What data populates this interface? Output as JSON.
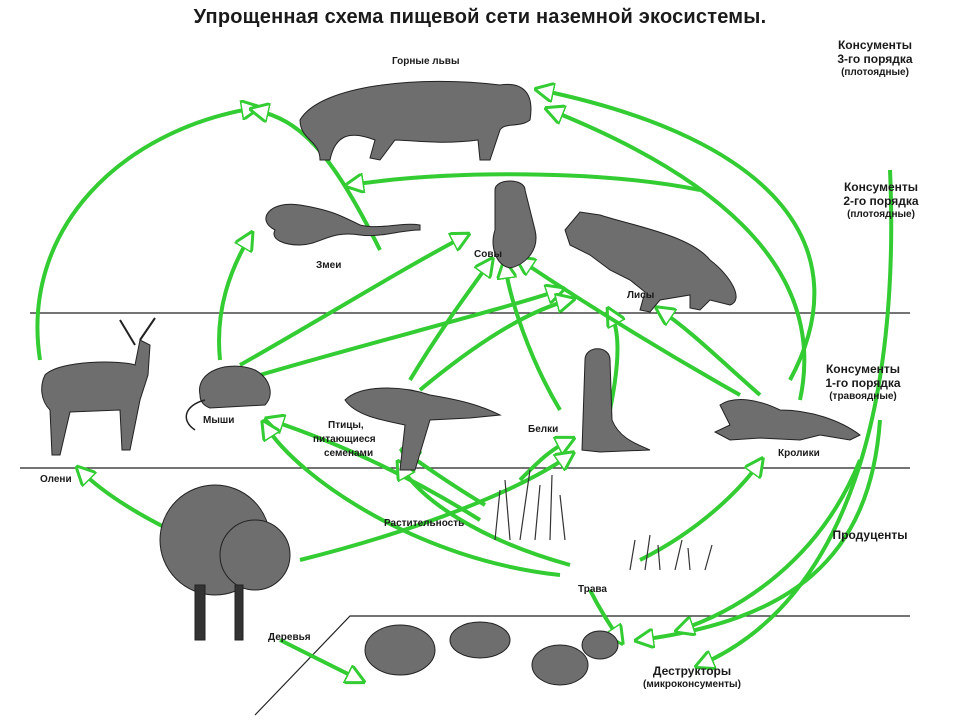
{
  "title": "Упрощенная схема пищевой сети наземной экосистемы.",
  "levels": {
    "consumers3": {
      "line1": "Консументы",
      "line2": "3-го порядка",
      "note": "(плотоядные)"
    },
    "consumers2": {
      "line1": "Консументы",
      "line2": "2-го порядка",
      "note": "(плотоядные)"
    },
    "consumers1": {
      "line1": "Консументы",
      "line2": "1-го порядка",
      "note": "(травоядные)"
    },
    "producers": {
      "line1": "Продуценты"
    },
    "decomposers": {
      "line1": "Деструкторы",
      "note": "(микроконсументы)"
    }
  },
  "organisms": {
    "lions": "Горные львы",
    "snakes": "Змеи",
    "owls": "Совы",
    "foxes": "Лисы",
    "deer": "Олени",
    "mice": "Мыши",
    "birds_line1": "Птицы,",
    "birds_line2": "питающиеся",
    "birds_line3": "семенами",
    "squirrels": "Белки",
    "rabbits": "Кролики",
    "vegetation": "Растительность",
    "grass": "Трава",
    "trees": "Деревья"
  },
  "colors": {
    "arrow": "#33cc33",
    "line": "#222222",
    "organism": "#555555"
  }
}
